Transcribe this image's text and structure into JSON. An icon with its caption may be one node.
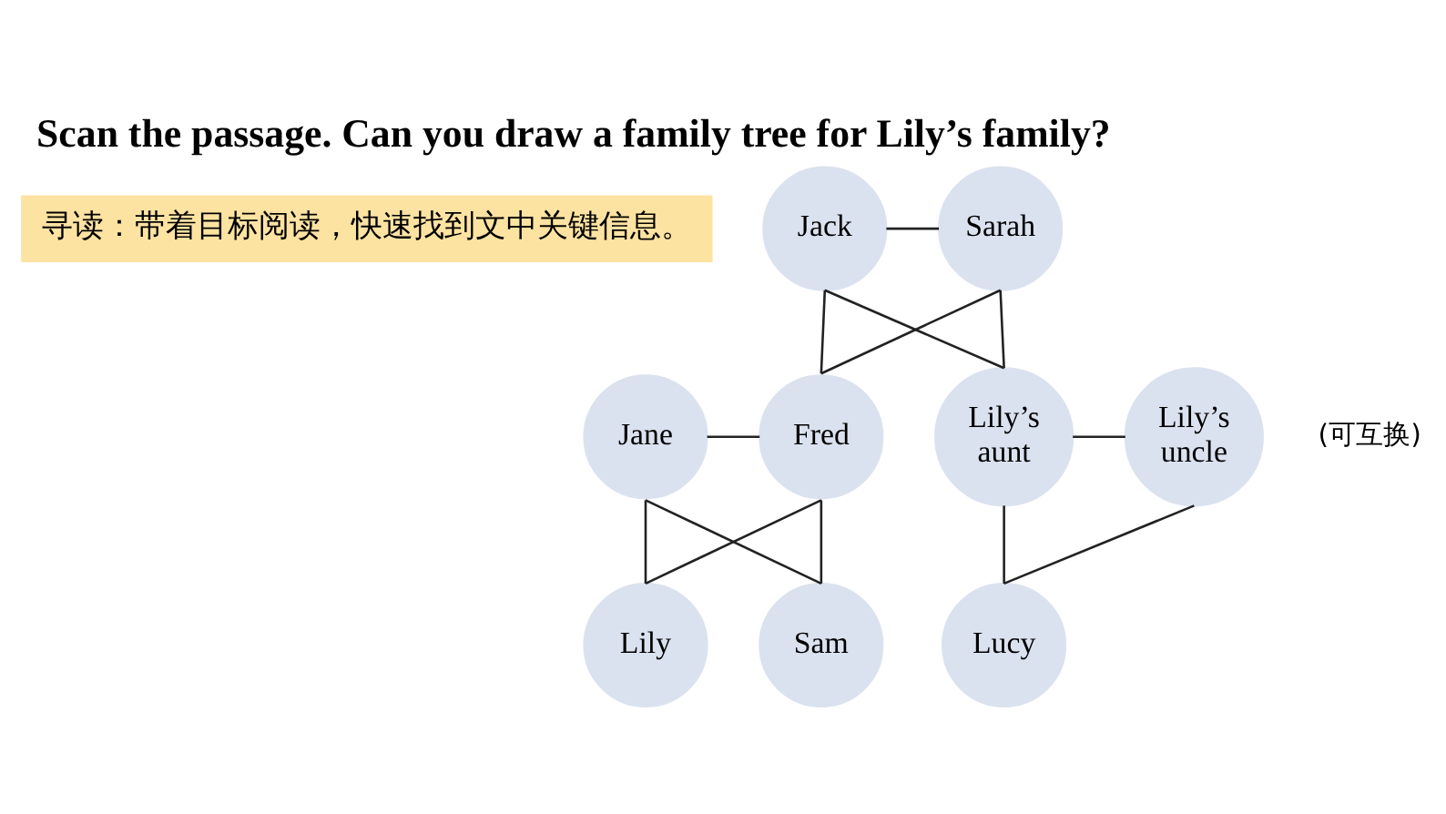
{
  "diagram": {
    "title": "Scan the passage. Can you draw a family tree for Lily’s family?",
    "nodes": [
      {
        "text": [
          "寻读：带着目标阅读，快速找到文中关键信息。"
        ]
      },
      {
        "text": [
          "Jack"
        ]
      },
      {
        "text": [
          "Sarah"
        ]
      },
      {
        "text": [
          "Jane"
        ]
      },
      {
        "text": [
          "Fred"
        ]
      },
      {
        "text": [
          "Lily’s aunt"
        ]
      },
      {
        "text": [
          "Lily’s uncle"
        ],
        "beside": [
          "(可互换)"
        ]
      },
      {
        "text": [
          "Lily"
        ]
      },
      {
        "text": [
          "Sam"
        ]
      },
      {
        "text": [
          "Lucy"
        ]
      }
    ],
    "edges": [
      {
        "from": 1,
        "to": 2,
        "arrow": "none"
      },
      {
        "from": 1,
        "to": 4,
        "arrow": "none"
      },
      {
        "from": 1,
        "to": 5,
        "arrow": "none"
      },
      {
        "from": 2,
        "to": 4,
        "arrow": "none"
      },
      {
        "from": 2,
        "to": 5,
        "arrow": "none"
      },
      {
        "from": 3,
        "to": 4,
        "arrow": "none"
      },
      {
        "from": 3,
        "to": 7,
        "arrow": "none"
      },
      {
        "from": 3,
        "to": 8,
        "arrow": "none"
      },
      {
        "from": 4,
        "to": 7,
        "arrow": "none"
      },
      {
        "from": 4,
        "to": 8,
        "arrow": "none"
      },
      {
        "from": 5,
        "to": 6,
        "arrow": "none"
      },
      {
        "from": 5,
        "to": 9,
        "arrow": "none"
      },
      {
        "from": 6,
        "to": 9,
        "arrow": "none"
      }
    ]
  }
}
